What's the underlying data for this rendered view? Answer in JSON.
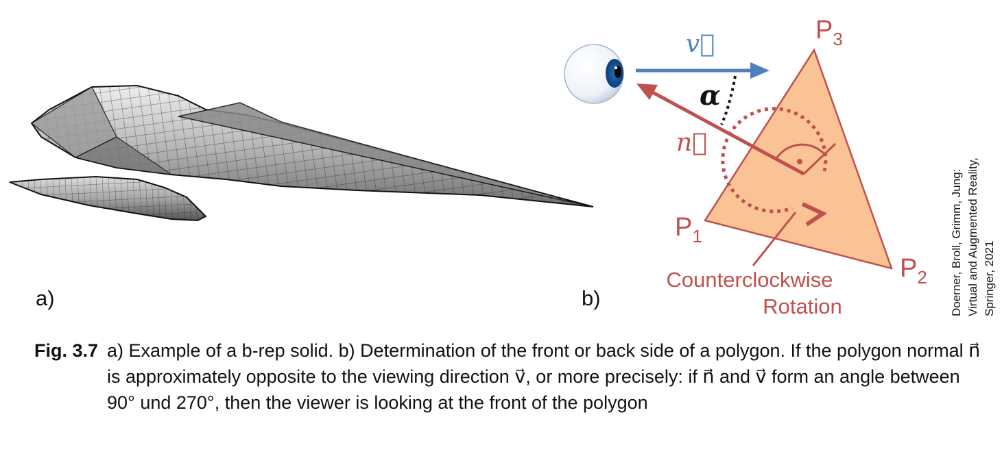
{
  "panel_a": {
    "label": "a)"
  },
  "panel_b": {
    "label": "b)",
    "vector_v": "v⃗",
    "vector_n": "n⃗",
    "angle": "α",
    "vertex_1": "P",
    "vertex_1_sub": "1",
    "vertex_2": "P",
    "vertex_2_sub": "2",
    "vertex_3": "P",
    "vertex_3_sub": "3",
    "rotation_line1": "Counterclockwise",
    "rotation_line2": "Rotation"
  },
  "colors": {
    "triangle_fill": "#f9c395",
    "triangle_stroke": "#c0504d",
    "view_arrow": "#4f81bd",
    "normal_arrow": "#c0504d"
  },
  "caption": {
    "number": "Fig. 3.7",
    "text": "a) Example of a b-rep solid. b) Determination of the front or back side of a polygon. If the polygon normal n⃗ is approximately opposite to  the viewing direction v⃗, or more precisely: if n⃗ and v⃗ form an angle between 90° und 270°, then the viewer is looking at the front of the polygon"
  },
  "credit": {
    "line1": "Doerner, Broll, Grimm, Jung:",
    "line2": "Virtual and Augmented Reality,",
    "line3": "Springer, 2021"
  }
}
